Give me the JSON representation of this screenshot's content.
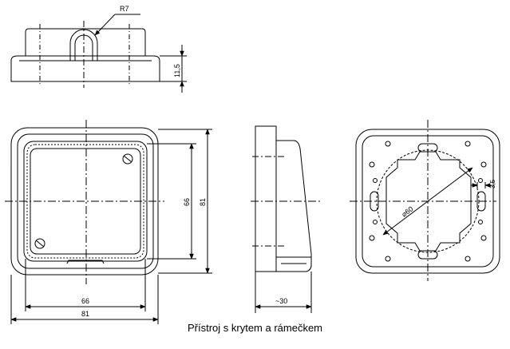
{
  "caption": "Přístroj s krytem a rámečkem",
  "dimensions": {
    "radius": "R7",
    "height": "11,5",
    "inner_height": "66",
    "outer_height": "81",
    "inner_width": "66",
    "outer_width": "81",
    "depth": "~30",
    "diameter": "⌀60",
    "slot_width": "3,5"
  }
}
